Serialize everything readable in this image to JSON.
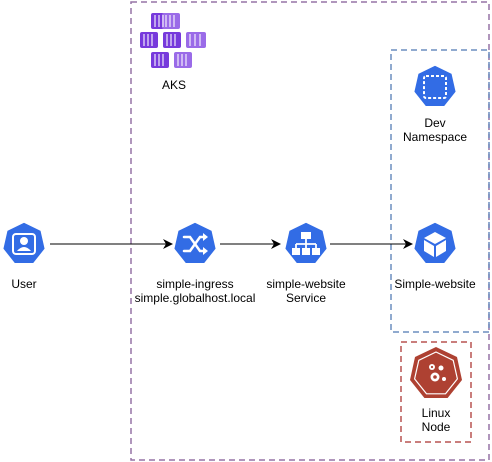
{
  "colors": {
    "cluster_border": "#9673a6",
    "namespace_border": "#6c8ebf",
    "node_border": "#b85450",
    "k8s_blue": "#326ce5",
    "node_red": "#ae4132",
    "aks_purple": "#773adc",
    "arrow": "#000000"
  },
  "cluster": {
    "label": "AKS",
    "icon": "aks-cubes-icon"
  },
  "nodes": {
    "user": {
      "label": "User",
      "icon": "user-contact-icon"
    },
    "ingress": {
      "line1": "simple-ingress",
      "line2": "simple.globalhost.local",
      "icon": "ingress-shuffle-icon"
    },
    "service": {
      "line1": "simple-website",
      "line2": "Service",
      "icon": "service-hierarchy-icon"
    },
    "namespace": {
      "line1": "Dev",
      "line2": "Namespace",
      "icon": "namespace-icon"
    },
    "pod": {
      "label": "Simple-website",
      "icon": "pod-cube-icon"
    },
    "linux_node": {
      "line1": "Linux",
      "line2": "Node",
      "icon": "node-gears-icon"
    }
  },
  "edges": [
    {
      "from": "user",
      "to": "ingress"
    },
    {
      "from": "ingress",
      "to": "service"
    },
    {
      "from": "service",
      "to": "pod"
    }
  ]
}
